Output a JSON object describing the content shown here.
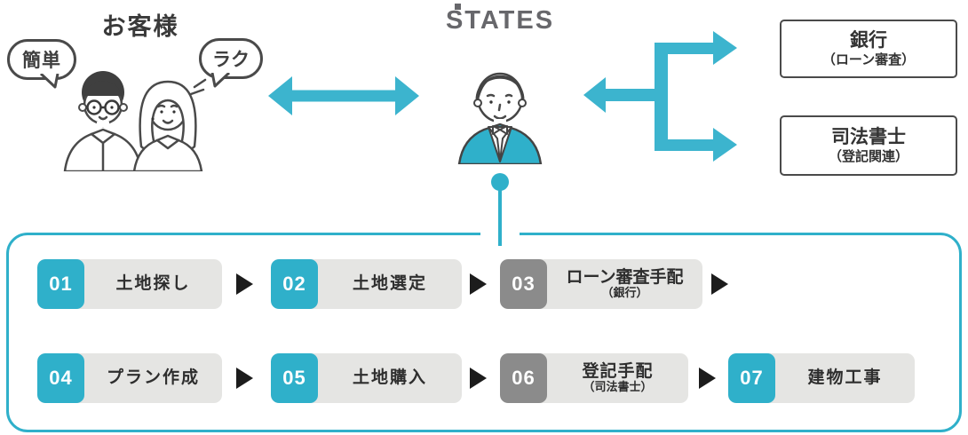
{
  "colors": {
    "accent": "#2fb0ca",
    "arrow_teal": "#3cb4ce",
    "step_gray": "#8b8b8b",
    "label_bg": "#e5e5e3",
    "text_dark": "#333333",
    "outline": "#4a4a4a",
    "logo_gray": "#67676b",
    "flow_arrow_black": "#1c1c1c"
  },
  "customer": {
    "title": "お客様",
    "bubble_left": "簡単",
    "bubble_right": "ラク"
  },
  "logo": {
    "text": "STATES"
  },
  "partners": [
    {
      "title": "銀行",
      "subtitle": "（ローン審査）"
    },
    {
      "title": "司法書士",
      "subtitle": "（登記関連）"
    }
  ],
  "flow": {
    "steps": [
      {
        "num": "01",
        "label": "土地探し"
      },
      {
        "num": "02",
        "label": "土地選定"
      },
      {
        "num": "03",
        "label": "ローン審査手配",
        "sub": "（銀行）"
      },
      {
        "num": "04",
        "label": "プラン作成"
      },
      {
        "num": "05",
        "label": "土地購入"
      },
      {
        "num": "06",
        "label": "登記手配",
        "sub": "（司法書士）"
      },
      {
        "num": "07",
        "label": "建物工事"
      }
    ]
  }
}
